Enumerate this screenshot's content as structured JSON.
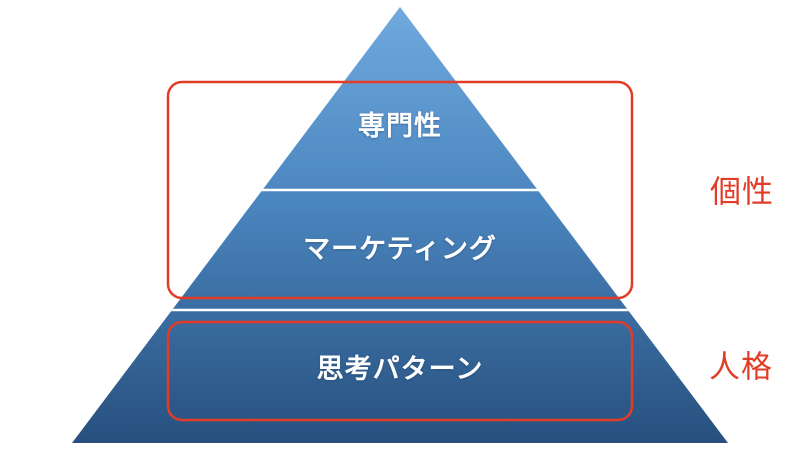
{
  "diagram": {
    "type": "pyramid",
    "pyramid": {
      "levels": [
        {
          "label": "専門性"
        },
        {
          "label": "マーケティング"
        },
        {
          "label": "思考パターン"
        }
      ]
    },
    "annotations": [
      {
        "label": "個性",
        "groups_levels": "専門性 + マーケティング"
      },
      {
        "label": "人格",
        "groups_levels": "思考パターン"
      }
    ],
    "colors": {
      "pyramid_top": "#6FA9DE",
      "pyramid_mid": "#4A85BE",
      "pyramid_bottom": "#27507E",
      "accent_red": "#E23C28",
      "separator": "#FFFFFF",
      "level_text": "#FFFFFF"
    }
  }
}
